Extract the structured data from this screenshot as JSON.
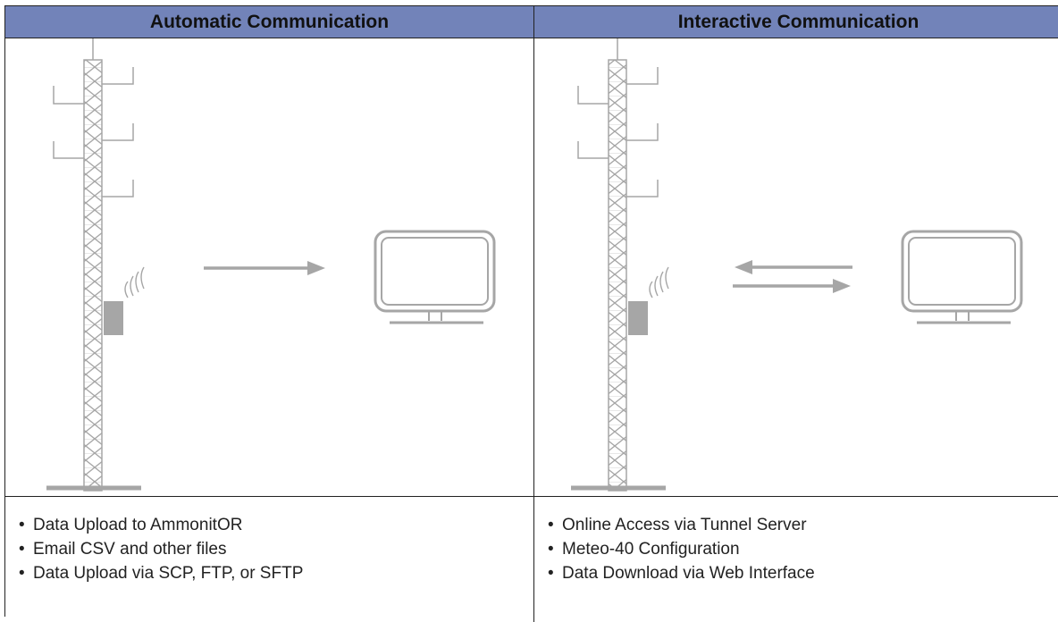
{
  "columns": [
    {
      "title": "Automatic Communication",
      "items": [
        "Data Upload to AmmonitOR",
        "Email CSV and other files",
        "Data Upload via SCP, FTP, or SFTP"
      ],
      "transfer": "one-way"
    },
    {
      "title": "Interactive Communication",
      "items": [
        "Online Access via Tunnel Server",
        "Meteo-40 Configuration",
        "Data Download via Web Interface"
      ],
      "transfer": "two-way"
    }
  ],
  "icons": [
    "met-mast-icon",
    "radio-waves-icon",
    "logger-box-icon",
    "arrow-right-icon",
    "arrow-left-icon",
    "monitor-icon"
  ],
  "colors": {
    "header": "#7283b9",
    "drawing": "#a6a6a6"
  }
}
